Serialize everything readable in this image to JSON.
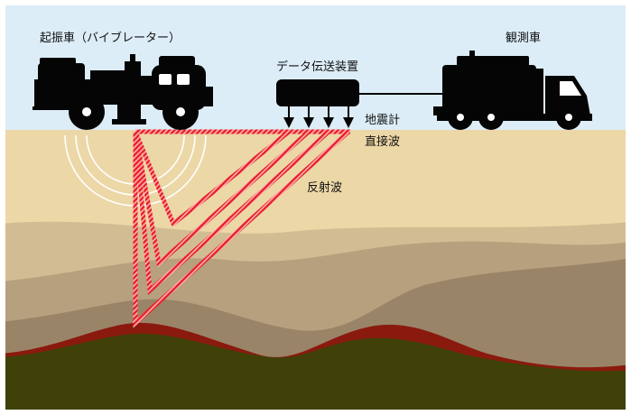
{
  "labels": {
    "vibrator_truck": "起振車（バイブレーター）",
    "observation_truck": "観測車",
    "data_transmitter": "データ伝送装置",
    "geophone": "地震計",
    "direct_wave": "直接波",
    "reflected_wave": "反射波"
  },
  "colors": {
    "sky": "#dcedf7",
    "surface_soil": "#ecd7a6",
    "layer_2": "#d2bc93",
    "layer_3": "#b6a07e",
    "layer_4": "#9a8468",
    "reflector": "#8a1a0e",
    "bedrock": "#3f4108",
    "wave_red": "#e8202a",
    "vehicle": "#050505"
  },
  "icons": [
    "vibrator-truck-icon",
    "observation-truck-icon",
    "transmitter-box-icon",
    "geophone-icon",
    "vibration-arc-icon"
  ]
}
